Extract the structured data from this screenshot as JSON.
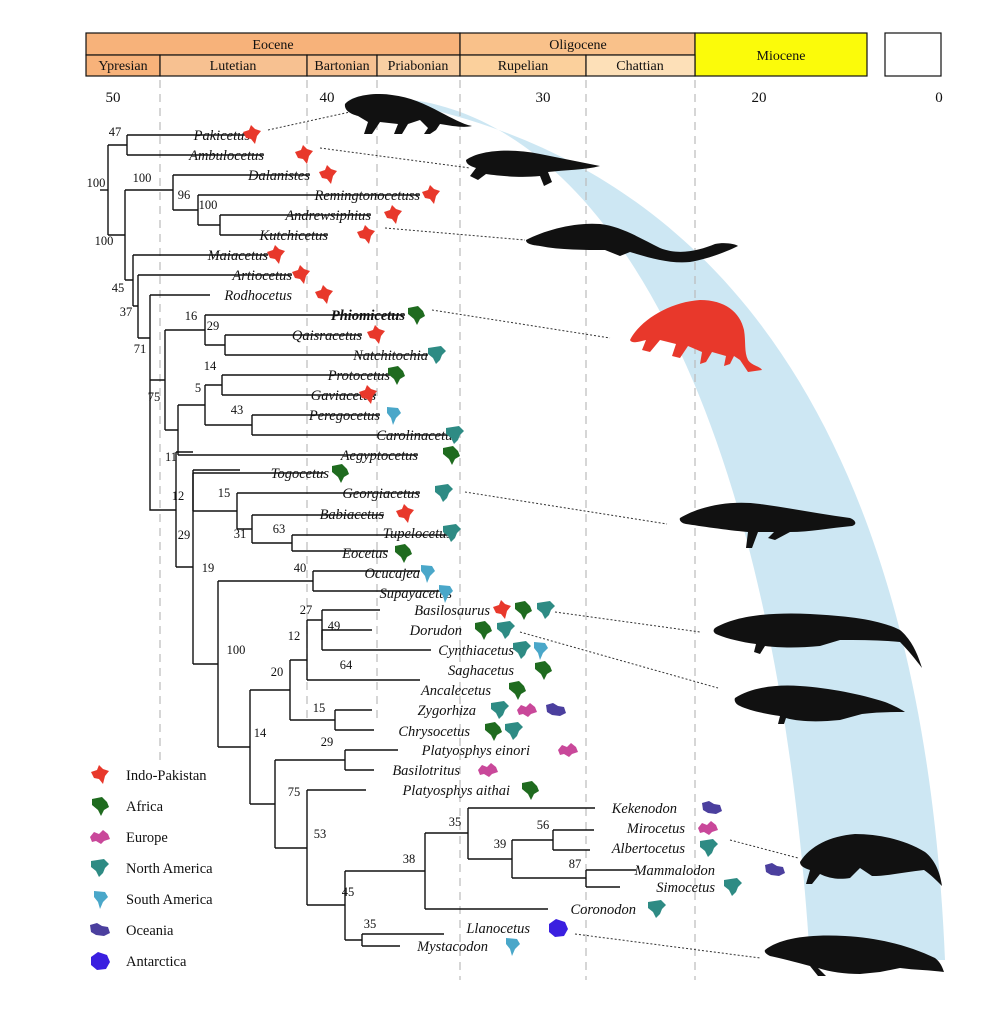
{
  "timescale": {
    "epochs": [
      {
        "name": "Eocene"
      },
      {
        "name": "Oligocene"
      },
      {
        "name": "Miocene"
      }
    ],
    "stages": [
      {
        "name": "Ypresian"
      },
      {
        "name": "Lutetian"
      },
      {
        "name": "Bartonian"
      },
      {
        "name": "Priabonian"
      },
      {
        "name": "Rupelian"
      },
      {
        "name": "Chattian"
      }
    ],
    "ticks": [
      "50",
      "40",
      "30",
      "20",
      "0"
    ],
    "colors": {
      "eocene": "#f7b27a",
      "eocene_stage": "#f7c191",
      "oligocene": "#f9c18a",
      "oligocene_stage": "#fbd7a6",
      "miocene": "#fbfb0a",
      "band": "#cde7f3"
    }
  },
  "taxa": [
    {
      "name": "Pakicetus",
      "regions": [
        "indo-pakistan"
      ]
    },
    {
      "name": "Ambulocetus",
      "regions": [
        "indo-pakistan"
      ]
    },
    {
      "name": "Dalanistes",
      "regions": [
        "indo-pakistan"
      ]
    },
    {
      "name": "Remingtonocetuss",
      "regions": [
        "indo-pakistan"
      ]
    },
    {
      "name": "Andrewsiphius",
      "regions": [
        "indo-pakistan"
      ]
    },
    {
      "name": "Kutchicetus",
      "regions": [
        "indo-pakistan"
      ]
    },
    {
      "name": "Maiacetus",
      "regions": [
        "indo-pakistan"
      ]
    },
    {
      "name": "Artiocetus",
      "regions": [
        "indo-pakistan"
      ]
    },
    {
      "name": "Rodhocetus",
      "regions": [
        "indo-pakistan"
      ]
    },
    {
      "name": "Phiomicetus",
      "regions": [
        "africa"
      ],
      "bold": true
    },
    {
      "name": "Qaisracetus",
      "regions": [
        "indo-pakistan"
      ]
    },
    {
      "name": "Natchitochia",
      "regions": [
        "north-america"
      ]
    },
    {
      "name": "Protocetus",
      "regions": [
        "africa"
      ]
    },
    {
      "name": "Gaviacetus",
      "regions": [
        "indo-pakistan"
      ]
    },
    {
      "name": "Peregocetus",
      "regions": [
        "south-america"
      ]
    },
    {
      "name": "Carolinacetus",
      "regions": [
        "north-america"
      ]
    },
    {
      "name": "Aegyptocetus",
      "regions": [
        "africa"
      ]
    },
    {
      "name": "Togocetus",
      "regions": [
        "africa"
      ]
    },
    {
      "name": "Georgiacetus",
      "regions": [
        "north-america"
      ]
    },
    {
      "name": "Babiacetus",
      "regions": [
        "indo-pakistan"
      ]
    },
    {
      "name": "Tupelocetus",
      "regions": [
        "north-america"
      ]
    },
    {
      "name": "Eocetus",
      "regions": [
        "africa"
      ]
    },
    {
      "name": "Ocucajea",
      "regions": [
        "south-america"
      ]
    },
    {
      "name": "Supayacetus",
      "regions": [
        "south-america"
      ]
    },
    {
      "name": "Basilosaurus",
      "regions": [
        "indo-pakistan",
        "africa",
        "north-america"
      ]
    },
    {
      "name": "Dorudon",
      "regions": [
        "africa",
        "north-america"
      ]
    },
    {
      "name": "Cynthiacetus",
      "regions": [
        "north-america",
        "south-america"
      ]
    },
    {
      "name": "Saghacetus",
      "regions": [
        "africa"
      ]
    },
    {
      "name": "Ancalecetus",
      "regions": [
        "africa"
      ]
    },
    {
      "name": "Zygorhiza",
      "regions": [
        "north-america",
        "europe",
        "oceania"
      ]
    },
    {
      "name": "Chrysocetus",
      "regions": [
        "africa",
        "north-america"
      ]
    },
    {
      "name": "Platyosphys einori",
      "regions": [
        "europe"
      ]
    },
    {
      "name": "Basilotritus",
      "regions": [
        "europe"
      ]
    },
    {
      "name": "Platyosphys aithai",
      "regions": [
        "africa"
      ]
    },
    {
      "name": "Kekenodon",
      "regions": [
        "oceania"
      ]
    },
    {
      "name": "Mirocetus",
      "regions": [
        "europe"
      ]
    },
    {
      "name": "Albertocetus",
      "regions": [
        "north-america"
      ]
    },
    {
      "name": "Mammalodon",
      "regions": [
        "oceania"
      ]
    },
    {
      "name": "Simocetus",
      "regions": [
        "north-america"
      ]
    },
    {
      "name": "Coronodon",
      "regions": [
        "north-america"
      ]
    },
    {
      "name": "Llanocetus",
      "regions": [
        "antarctica"
      ]
    },
    {
      "name": "Mystacodon",
      "regions": [
        "south-america"
      ]
    }
  ],
  "support_values": [
    "47",
    "100",
    "100",
    "96",
    "100",
    "100",
    "45",
    "37",
    "16",
    "29",
    "71",
    "14",
    "5",
    "43",
    "75",
    "11",
    "12",
    "15",
    "63",
    "31",
    "29",
    "19",
    "40",
    "27",
    "49",
    "12",
    "64",
    "20",
    "15",
    "100",
    "29",
    "14",
    "75",
    "53",
    "35",
    "56",
    "39",
    "87",
    "38",
    "45",
    "35"
  ],
  "legend": [
    {
      "key": "indo-pakistan",
      "label": "Indo-Pakistan",
      "color": "#e8382b"
    },
    {
      "key": "africa",
      "label": "Africa",
      "color": "#1f6b1f"
    },
    {
      "key": "europe",
      "label": "Europe",
      "color": "#c9489a"
    },
    {
      "key": "north-america",
      "label": "North America",
      "color": "#2e8b84"
    },
    {
      "key": "south-america",
      "label": "South America",
      "color": "#4aa7c9"
    },
    {
      "key": "oceania",
      "label": "Oceania",
      "color": "#4b3f9e"
    },
    {
      "key": "antarctica",
      "label": "Antarctica",
      "color": "#3a1fe0"
    }
  ],
  "silhouettes": [
    {
      "id": "pakicetus-silhouette",
      "color": "#111111"
    },
    {
      "id": "ambulocetus-silhouette",
      "color": "#111111"
    },
    {
      "id": "kutchicetus-silhouette",
      "color": "#111111"
    },
    {
      "id": "phiomicetus-silhouette",
      "color": "#e8382b"
    },
    {
      "id": "georgiacetus-silhouette",
      "color": "#111111"
    },
    {
      "id": "basilosaurus-silhouette",
      "color": "#111111"
    },
    {
      "id": "dorudon-silhouette",
      "color": "#111111"
    },
    {
      "id": "mammalodon-silhouette",
      "color": "#111111"
    },
    {
      "id": "llanocetus-silhouette",
      "color": "#111111"
    }
  ]
}
